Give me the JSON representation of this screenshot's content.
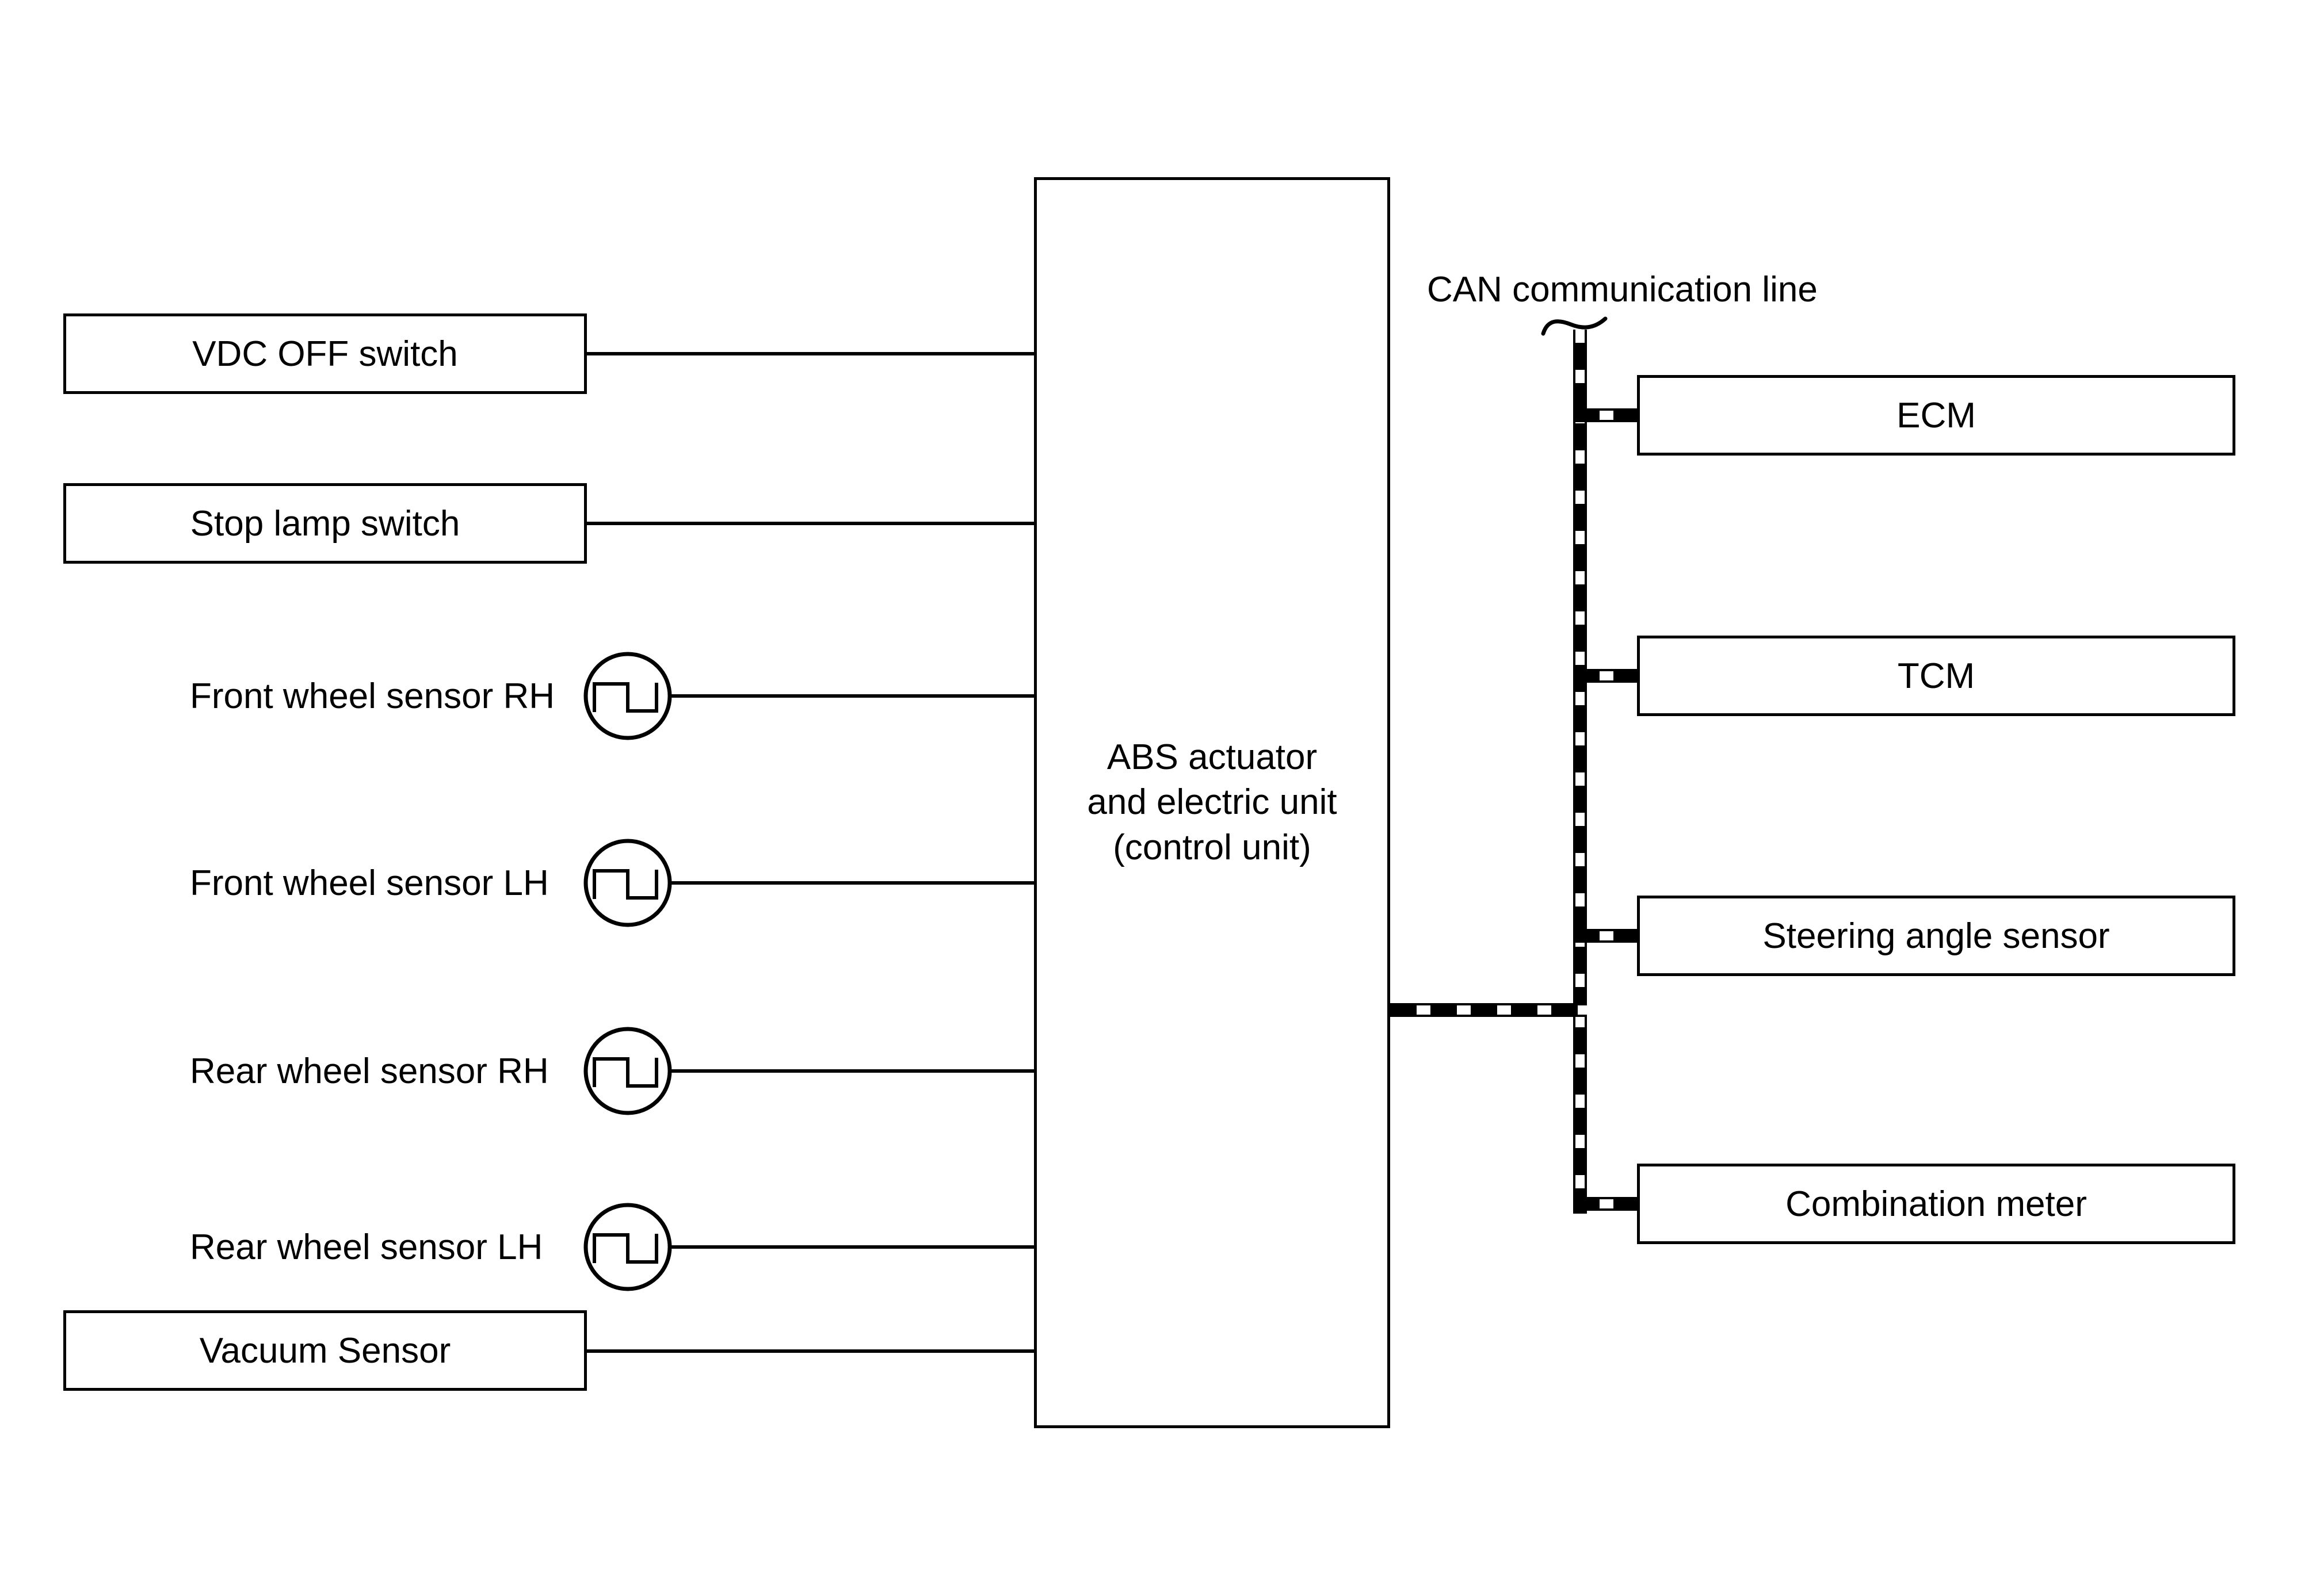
{
  "diagram": {
    "background_color": "#ffffff",
    "line_color": "#000000",
    "can_label": "CAN communication line",
    "center_box": {
      "label_line1": "ABS actuator",
      "label_line2": "and electric unit",
      "label_line3": "(control unit)"
    },
    "left_boxes": [
      {
        "label": "VDC OFF switch"
      },
      {
        "label": "Stop lamp switch"
      },
      {
        "label": "Vacuum Sensor"
      }
    ],
    "sensor_rows": [
      {
        "label": "Front wheel sensor RH",
        "icon": "pulse-signal-icon"
      },
      {
        "label": "Front wheel sensor LH",
        "icon": "pulse-signal-icon"
      },
      {
        "label": "Rear wheel sensor RH",
        "icon": "pulse-signal-icon"
      },
      {
        "label": "Rear wheel sensor LH",
        "icon": "pulse-signal-icon"
      }
    ],
    "right_boxes": [
      {
        "label": "ECM"
      },
      {
        "label": "TCM"
      },
      {
        "label": "Steering angle sensor"
      },
      {
        "label": "Combination meter"
      }
    ]
  }
}
